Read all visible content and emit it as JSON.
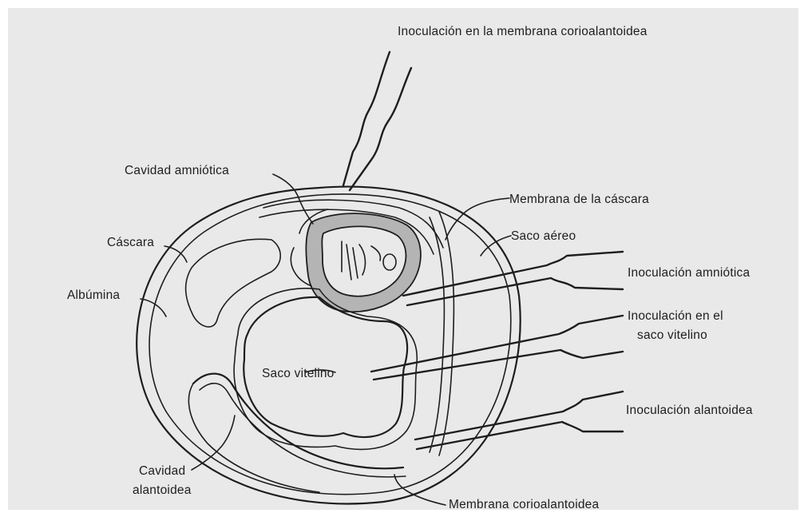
{
  "labels": {
    "inoculacion_corioalantoidea": "Inoculación en la membrana corioalantoidea",
    "cavidad_amniotica": "Cavidad amniótica",
    "membrana_cascara": "Membrana de la cáscara",
    "cascara": "Cáscara",
    "saco_aereo": "Saco aéreo",
    "albumina": "Albúmina",
    "inoculacion_amniotica": "Inoculación amniótica",
    "inoculacion_saco_line1": "Inoculación en el",
    "inoculacion_saco_line2": "saco vitelino",
    "saco_vitelino": "Saco vitelino",
    "inoculacion_alantoidea": "Inoculación alantoidea",
    "cavidad_alantoidea_line1": "Cavidad",
    "cavidad_alantoidea_line2": "alantoidea",
    "membrana_corioalantoidea": "Membrana corioalantoidea"
  },
  "colors": {
    "background": "#e9e9e9",
    "ink": "#1e1e1e",
    "shaded": "#b4b4b4"
  }
}
